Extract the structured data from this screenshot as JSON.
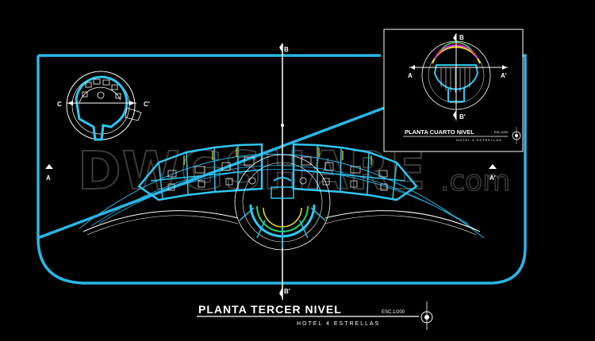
{
  "watermark": {
    "main": "DWGSHARE",
    "suffix": ".com"
  },
  "floor3": {
    "title": "PLANTA TERCER NIVEL",
    "scale": "ESC.1/200",
    "subtitle": "HOTEL 4 ESTRELLAS"
  },
  "floor4": {
    "title": "PLANTA CUARTO NIVEL",
    "scale": "ESC.1/200",
    "subtitle": "HOTEL 4 ESTRELLAS"
  },
  "section_markers": {
    "b_top": "B",
    "b_bottom": "B'",
    "a_left": "A",
    "a_right": "A'",
    "c_left": "C",
    "c_right": "C'",
    "inset_b_top": "B",
    "inset_b_bottom": "B'",
    "inset_a_left": "A",
    "inset_a_right": "A'"
  },
  "colors": {
    "boundary": "#29b6e6",
    "walls": "#2fc7f0",
    "accent_yellow": "#f2e21a",
    "accent_green": "#22d36b",
    "accent_magenta": "#d52fd8",
    "accent_red": "#e22a2a",
    "lines": "#ffffff",
    "background": "#000000"
  }
}
